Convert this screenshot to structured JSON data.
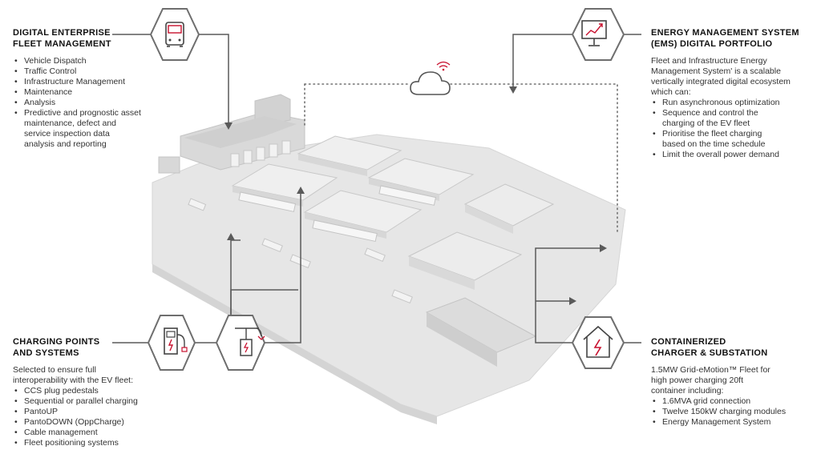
{
  "panels": {
    "fleet_management": {
      "title": "DIGITAL ENTERPRISE\nFLEET MANAGEMENT",
      "items": [
        "Vehicle Dispatch",
        "Traffic Control",
        "Infrastructure Management",
        "Maintenance",
        "Analysis",
        "Predictive and prognostic asset maintenance, defect and service inspection data analysis and reporting"
      ]
    },
    "ems": {
      "title": "ENERGY MANAGEMENT SYSTEM\n(EMS) DIGITAL PORTFOLIO",
      "intro": "Fleet and Infrastructure Energy Management System' is a scalable vertically integrated digital ecosystem which can:",
      "items": [
        "Run asynchronous optimization",
        "Sequence and control the charging of the EV fleet",
        "Prioritise the fleet charging based on the time schedule",
        "Limit the overall power demand"
      ]
    },
    "charging": {
      "title": "CHARGING POINTS\nAND SYSTEMS",
      "intro": "Selected to ensure full interoperability with the EV fleet:",
      "items": [
        "CCS plug pedestals",
        "Sequential or parallel charging",
        "PantoUP",
        "PantoDOWN (OppCharge)",
        "Cable management",
        "Fleet positioning systems"
      ]
    },
    "container": {
      "title": "CONTAINERIZED\nCHARGER & SUBSTATION",
      "intro": "1.5MW Grid-eMotion™ Fleet for high power charging 20ft container including:",
      "items": [
        "1.6MVA grid connection",
        "Twelve 150kW charging modules",
        "Energy Management System"
      ]
    }
  },
  "icons": {
    "bus": "bus-icon",
    "monitor": "monitor-chart-icon",
    "cloud": "cloud-wifi-icon",
    "pedestal": "charging-pedestal-icon",
    "pantograph": "pantograph-icon",
    "house": "house-lightning-icon"
  },
  "colors": {
    "accent": "#c8102e",
    "line": "#5a5a5a",
    "depot": "#e2e2e2"
  }
}
